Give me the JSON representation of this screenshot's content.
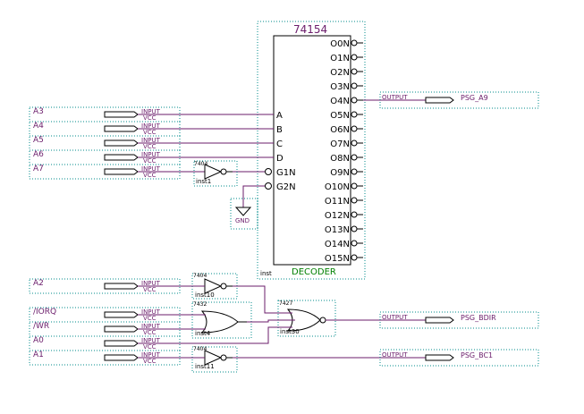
{
  "decoder": {
    "part": "74154",
    "type_label": "DECODER",
    "inst_label": "inst",
    "inputs": [
      "A",
      "B",
      "C",
      "D",
      "G1N",
      "G2N"
    ],
    "outputs": [
      "O0N",
      "O1N",
      "O2N",
      "O3N",
      "O4N",
      "O5N",
      "O6N",
      "O7N",
      "O8N",
      "O9N",
      "O10N",
      "O11N",
      "O12N",
      "O13N",
      "O14N",
      "O15N"
    ]
  },
  "input_pins": [
    {
      "name": "A3",
      "type": "INPUT",
      "default": "VCC"
    },
    {
      "name": "A4",
      "type": "INPUT",
      "default": "VCC"
    },
    {
      "name": "A5",
      "type": "INPUT",
      "default": "VCC"
    },
    {
      "name": "A6",
      "type": "INPUT",
      "default": "VCC"
    },
    {
      "name": "A7",
      "type": "INPUT",
      "default": "VCC"
    },
    {
      "name": "A2",
      "type": "INPUT",
      "default": "VCC"
    },
    {
      "name": "/IORQ",
      "type": "INPUT",
      "default": "VCC"
    },
    {
      "name": "/WR",
      "type": "INPUT",
      "default": "VCC"
    },
    {
      "name": "A0",
      "type": "INPUT",
      "default": "VCC"
    },
    {
      "name": "A1",
      "type": "INPUT",
      "default": "VCC"
    }
  ],
  "output_pins": [
    {
      "name": "PSG_A9",
      "type": "OUTPUT"
    },
    {
      "name": "PSG_BDIR",
      "type": "OUTPUT"
    },
    {
      "name": "PSG_BC1",
      "type": "OUTPUT"
    }
  ],
  "gates": [
    {
      "part": "7404",
      "inst": "inst1"
    },
    {
      "part": "7404",
      "inst": "inst10"
    },
    {
      "part": "7432",
      "inst": "inst4"
    },
    {
      "part": "7427",
      "inst": "inst30"
    },
    {
      "part": "7404",
      "inst": "inst11"
    }
  ],
  "gnd_label": "GND"
}
